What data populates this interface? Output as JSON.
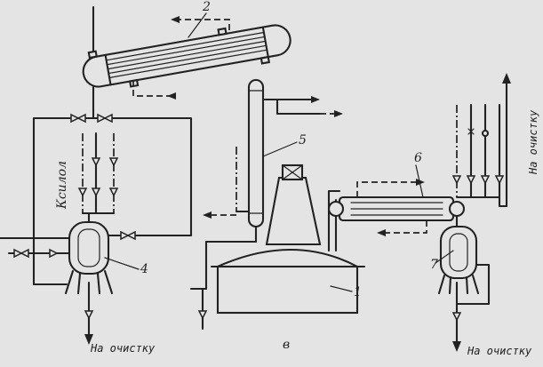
{
  "labels": {
    "unit_1": "1",
    "unit_2": "2",
    "unit_4": "4",
    "unit_5": "5",
    "unit_6": "6",
    "unit_7": "7",
    "figure_letter": "в"
  },
  "captions": {
    "xylene": "Ксилол",
    "to_cleaning_left": "На очистку",
    "to_cleaning_right_bottom": "На очистку",
    "to_cleaning_right_top": "На очистку"
  },
  "colors": {
    "background": "#e4e4e4",
    "ink": "#222222"
  }
}
